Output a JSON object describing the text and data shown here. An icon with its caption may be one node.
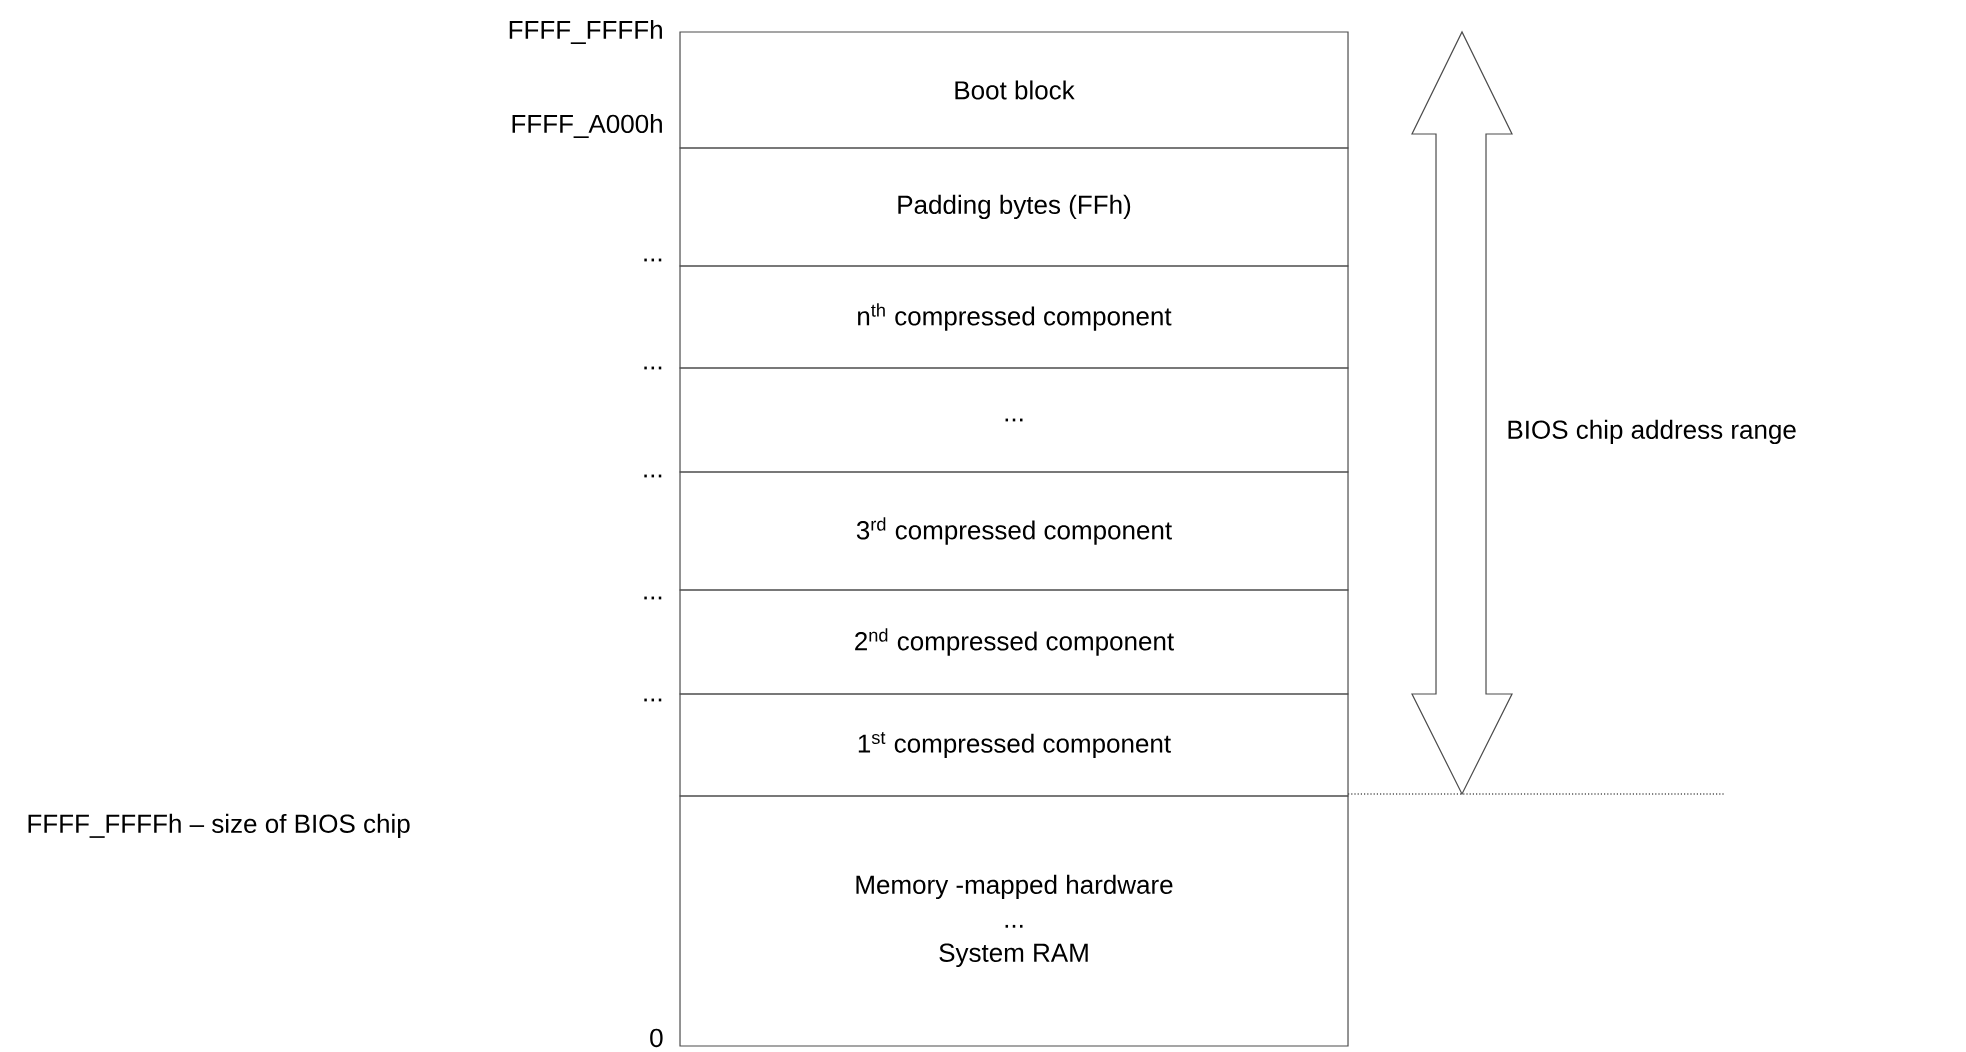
{
  "diagram": {
    "nodes": [
      {
        "text": [
          "Boot block"
        ]
      },
      {
        "text": [
          "Padding bytes   (FFh)"
        ]
      },
      {
        "text": [
          "n$^{th}$ compressed component"
        ]
      },
      {
        "text": [
          "..."
        ]
      },
      {
        "text": [
          "3$^{rd}$ compressed component"
        ]
      },
      {
        "text": [
          "2$^{nd}$ compressed component"
        ]
      },
      {
        "text": [
          "1$^{st}$ compressed component"
        ]
      },
      {
        "text": [
          "Memory -mapped hardware",
          "...",
          "System RAM"
        ]
      }
    ],
    "labels": [
      "FFFF_FFFFh",
      "FFFF_A000h",
      "...",
      "...",
      "...",
      "...",
      "...",
      "BIOS chip address range",
      "FFFF_FFFFh – size of BIOS chip",
      "0"
    ]
  }
}
